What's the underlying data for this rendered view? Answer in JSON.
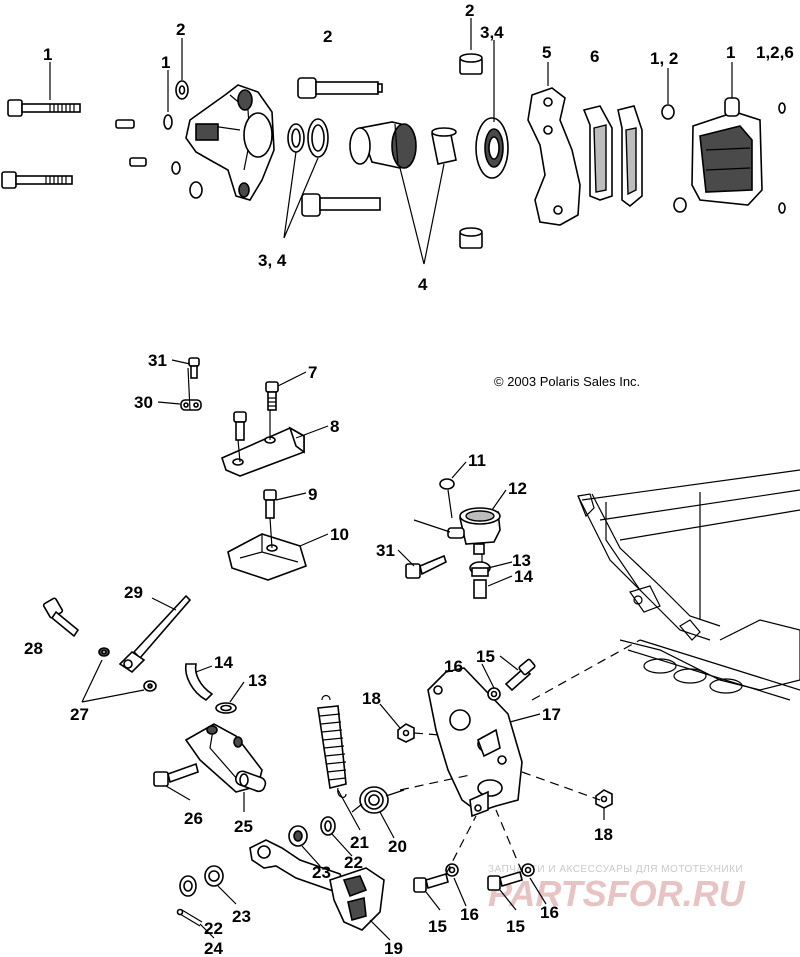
{
  "copyright": "© 2003 Polaris Sales Inc.",
  "watermark": {
    "tagline": "ЗАПЧАСТИ И АКСЕССУАРЫ ДЛЯ МОТОТЕХНИКИ",
    "logo": "PARTSFOR.RU"
  },
  "callouts": [
    {
      "id": "c-1a",
      "text": "1"
    },
    {
      "id": "c-2a",
      "text": "2"
    },
    {
      "id": "c-1b",
      "text": "1"
    },
    {
      "id": "c-2b",
      "text": "2"
    },
    {
      "id": "c-2c",
      "text": "2"
    },
    {
      "id": "c-34a",
      "text": "3,4"
    },
    {
      "id": "c-5",
      "text": "5"
    },
    {
      "id": "c-6",
      "text": "6"
    },
    {
      "id": "c-12",
      "text": "1, 2"
    },
    {
      "id": "c-1c",
      "text": "1"
    },
    {
      "id": "c-126",
      "text": "1,2,6"
    },
    {
      "id": "c-34b",
      "text": "3, 4"
    },
    {
      "id": "c-4",
      "text": "4"
    },
    {
      "id": "c-31a",
      "text": "31"
    },
    {
      "id": "c-7",
      "text": "7"
    },
    {
      "id": "c-30",
      "text": "30"
    },
    {
      "id": "c-8",
      "text": "8"
    },
    {
      "id": "c-9",
      "text": "9"
    },
    {
      "id": "c-10",
      "text": "10"
    },
    {
      "id": "c-11",
      "text": "11"
    },
    {
      "id": "c-12b",
      "text": "12"
    },
    {
      "id": "c-31b",
      "text": "31"
    },
    {
      "id": "c-13a",
      "text": "13"
    },
    {
      "id": "c-14a",
      "text": "14"
    },
    {
      "id": "c-29",
      "text": "29"
    },
    {
      "id": "c-28",
      "text": "28"
    },
    {
      "id": "c-27",
      "text": "27"
    },
    {
      "id": "c-14b",
      "text": "14"
    },
    {
      "id": "c-13b",
      "text": "13"
    },
    {
      "id": "c-15a",
      "text": "15"
    },
    {
      "id": "c-16a",
      "text": "16"
    },
    {
      "id": "c-18a",
      "text": "18"
    },
    {
      "id": "c-17",
      "text": "17"
    },
    {
      "id": "c-26",
      "text": "26"
    },
    {
      "id": "c-25",
      "text": "25"
    },
    {
      "id": "c-21",
      "text": "21"
    },
    {
      "id": "c-22a",
      "text": "22"
    },
    {
      "id": "c-20",
      "text": "20"
    },
    {
      "id": "c-18b",
      "text": "18"
    },
    {
      "id": "c-23a",
      "text": "23"
    },
    {
      "id": "c-23b",
      "text": "23"
    },
    {
      "id": "c-22b",
      "text": "22"
    },
    {
      "id": "c-24",
      "text": "24"
    },
    {
      "id": "c-19",
      "text": "19"
    },
    {
      "id": "c-15b",
      "text": "15"
    },
    {
      "id": "c-16b",
      "text": "16"
    },
    {
      "id": "c-15c",
      "text": "15"
    },
    {
      "id": "c-16c",
      "text": "16"
    }
  ]
}
